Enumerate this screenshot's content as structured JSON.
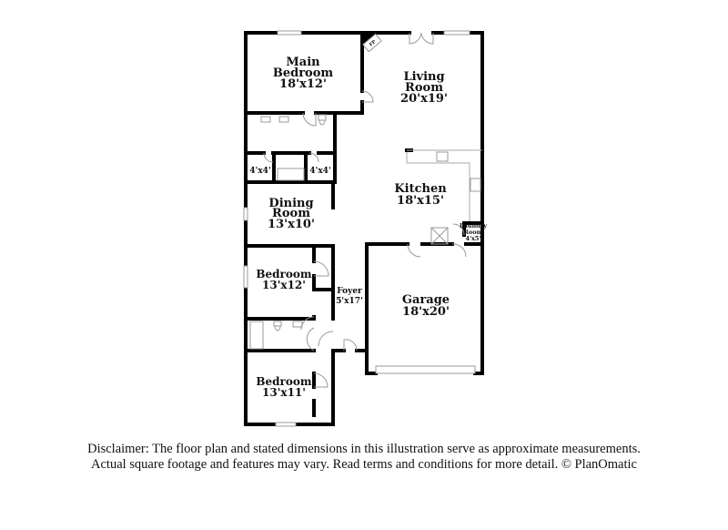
{
  "rooms": {
    "main_bedroom": {
      "name_line1": "Main",
      "name_line2": "Bedroom",
      "size": "18'x12'"
    },
    "living_room": {
      "name_line1": "Living",
      "name_line2": "Room",
      "size": "20'x19'"
    },
    "closet_left": {
      "size": "4'x4'"
    },
    "closet_right": {
      "size": "4'x4'"
    },
    "dining_room": {
      "name_line1": "Dining",
      "name_line2": "Room",
      "size": "13'x10'"
    },
    "kitchen": {
      "name": "Kitchen",
      "size": "18'x15'"
    },
    "laundry_room": {
      "name_line1": "Laundry",
      "name_line2": "Room",
      "size": "4'x5'"
    },
    "bedroom_1": {
      "name": "Bedroom",
      "size": "13'x12'"
    },
    "foyer": {
      "name": "Foyer",
      "size": "5'x17'"
    },
    "garage": {
      "name": "Garage",
      "size": "18'x20'"
    },
    "bedroom_2": {
      "name": "Bedroom",
      "size": "13'x11'"
    },
    "fireplace": {
      "label": "FP"
    }
  },
  "disclaimer": {
    "line1": "Disclaimer: The floor plan and stated dimensions in this illustration serve as approximate measurements.",
    "line2": "Actual square footage and features may vary. Read terms and conditions for more detail. © PlanOmatic"
  },
  "colors": {
    "wall": "#000000",
    "fixture": "#999999"
  }
}
